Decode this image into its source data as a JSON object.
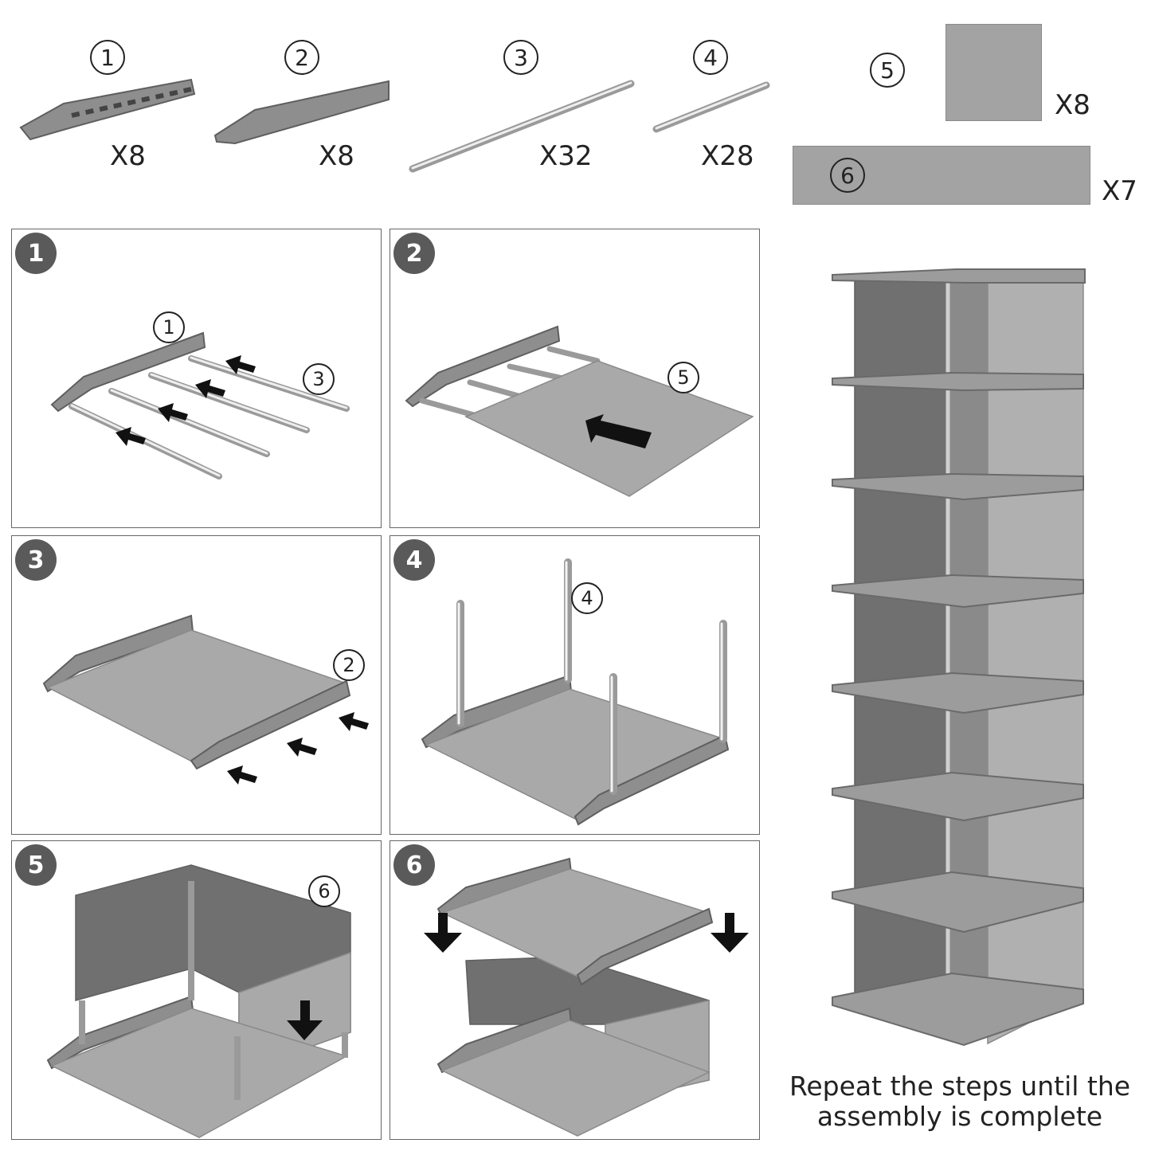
{
  "parts": [
    {
      "label": "1",
      "qty": "X8"
    },
    {
      "label": "2",
      "qty": "X8"
    },
    {
      "label": "3",
      "qty": "X32"
    },
    {
      "label": "4",
      "qty": "X28"
    },
    {
      "label": "5",
      "qty": "X8"
    },
    {
      "label": "6",
      "qty": "X7"
    }
  ],
  "steps": [
    {
      "number": "1",
      "callouts": [
        "1",
        "3"
      ]
    },
    {
      "number": "2",
      "callouts": [
        "5"
      ]
    },
    {
      "number": "3",
      "callouts": [
        "2"
      ]
    },
    {
      "number": "4",
      "callouts": [
        "4"
      ]
    },
    {
      "number": "5",
      "callouts": [
        "6"
      ]
    },
    {
      "number": "6",
      "callouts": []
    }
  ],
  "caption": {
    "line1": "Repeat the steps until the",
    "line2": "assembly is complete"
  },
  "colors": {
    "plastic": "#8e8e8e",
    "fabric_light": "#a9a9a9",
    "fabric_dark": "#707070",
    "steel": "#d6d6d6",
    "badge": "#5a5a5a"
  }
}
